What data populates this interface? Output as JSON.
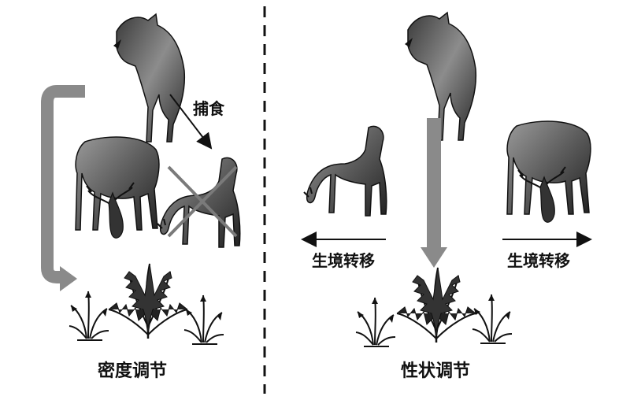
{
  "left_panel": {
    "predation_label": "捕食",
    "caption": "密度调节"
  },
  "right_panel": {
    "shift_left_label": "生境转移",
    "shift_right_label": "生境转移",
    "caption": "性状调节"
  },
  "colors": {
    "thick_arrow": "#8a8a8a",
    "ink": "#111111",
    "animal_fill": "#6a6a6a",
    "plant_fill": "#222222"
  }
}
